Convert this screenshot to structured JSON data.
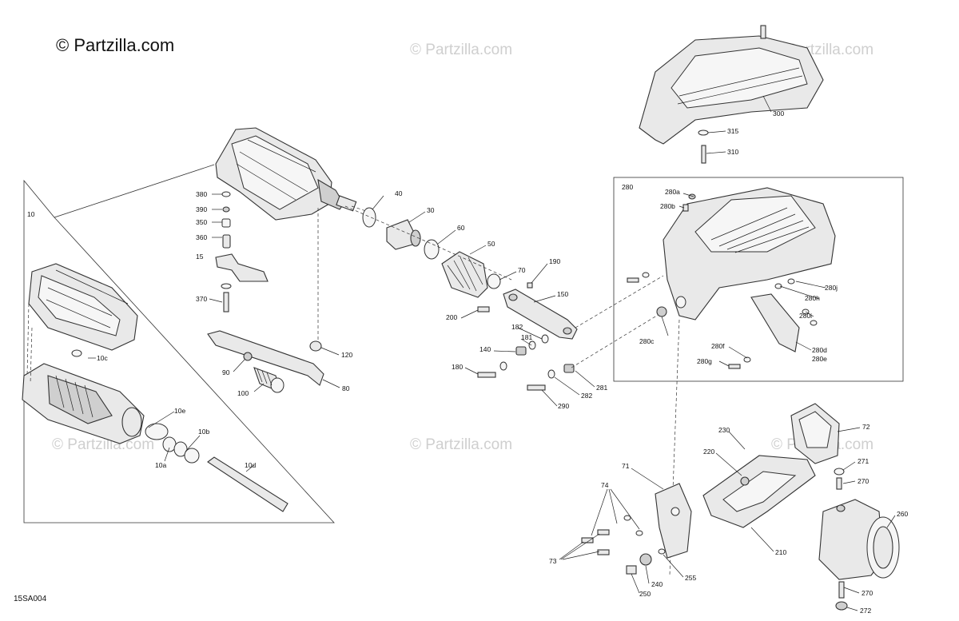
{
  "diagram": {
    "brand": "© Partzilla.com",
    "watermark": "© Partzilla.com",
    "reference": "15SA004",
    "colors": {
      "line": "#333333",
      "part_fill": "#e9e9e9",
      "watermark": "#cfcfcf"
    },
    "labels": {
      "p10": "10",
      "p10c": "10c",
      "p10e": "10e",
      "p10b": "10b",
      "p10a": "10a",
      "p10d": "10d",
      "p380": "380",
      "p390": "390",
      "p350": "350",
      "p360": "360",
      "p15": "15",
      "p370": "370",
      "p40": "40",
      "p30": "30",
      "p60": "60",
      "p50": "50",
      "p70": "70",
      "p190": "190",
      "p150": "150",
      "p200": "200",
      "p182": "182",
      "p181": "181",
      "p140": "140",
      "p180": "180",
      "p120": "120",
      "p90": "90",
      "p80": "80",
      "p100": "100",
      "p281": "281",
      "p282": "282",
      "p290": "290",
      "p280": "280",
      "p280a": "280a",
      "p280b": "280b",
      "p280j": "280j",
      "p280h": "280h",
      "p280i": "280i",
      "p280c": "280c",
      "p280f": "280f",
      "p280d": "280d",
      "p280e": "280e",
      "p280g": "280g",
      "p300": "300",
      "p315": "315",
      "p310": "310",
      "p72": "72",
      "p230": "230",
      "p220": "220",
      "p71": "71",
      "p74": "74",
      "p271": "271",
      "p270a": "270",
      "p260": "260",
      "p210": "210",
      "p255": "255",
      "p240": "240",
      "p73": "73",
      "p250": "250",
      "p270b": "270",
      "p272": "272"
    }
  }
}
